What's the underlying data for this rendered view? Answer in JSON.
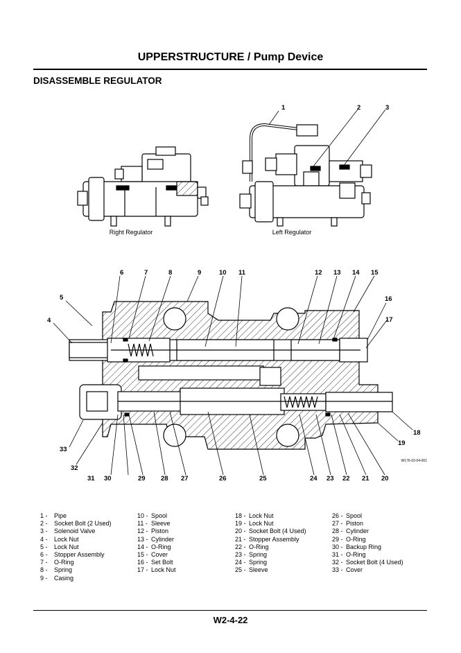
{
  "header": {
    "title": "UPPERSTRUCTURE / Pump Device"
  },
  "section_title": "DISASSEMBLE REGULATOR",
  "figure": {
    "captions": {
      "right": "Right Regulator",
      "left": "Left Regulator"
    },
    "figure_code": "W176-02-04-001",
    "callouts": [
      "1",
      "2",
      "3",
      "4",
      "5",
      "6",
      "7",
      "8",
      "9",
      "10",
      "11",
      "12",
      "13",
      "14",
      "15",
      "16",
      "17",
      "18",
      "19",
      "20",
      "21",
      "22",
      "23",
      "24",
      "25",
      "26",
      "27",
      "28",
      "29",
      "30",
      "31",
      "32",
      "33"
    ]
  },
  "legend": {
    "columns": [
      [
        {
          "n": "1 -",
          "t": "Pipe"
        },
        {
          "n": "2 -",
          "t": "Socket Bolt (2 Used)"
        },
        {
          "n": "3 -",
          "t": "Solenoid Valve"
        },
        {
          "n": "4 -",
          "t": "Lock Nut"
        },
        {
          "n": "5 -",
          "t": "Lock Nut"
        },
        {
          "n": "6 -",
          "t": "Stopper Assembly"
        },
        {
          "n": "7 -",
          "t": "O-Ring"
        },
        {
          "n": "8 -",
          "t": "Spring"
        },
        {
          "n": "9 -",
          "t": "Casing"
        }
      ],
      [
        {
          "n": "10 -",
          "t": "Spool"
        },
        {
          "n": "11 -",
          "t": "Sleeve"
        },
        {
          "n": "12 -",
          "t": "Piston"
        },
        {
          "n": "13 -",
          "t": "Cylinder"
        },
        {
          "n": "14 -",
          "t": "O-Ring"
        },
        {
          "n": "15 -",
          "t": "Cover"
        },
        {
          "n": "16 -",
          "t": "Set Bolt"
        },
        {
          "n": "17 -",
          "t": "Lock Nut"
        }
      ],
      [
        {
          "n": "18 -",
          "t": "Lock Nut"
        },
        {
          "n": "19 -",
          "t": "Lock Nut"
        },
        {
          "n": "20 -",
          "t": "Socket Bolt (4 Used)"
        },
        {
          "n": "21 -",
          "t": "Stopper Assembly"
        },
        {
          "n": "22 -",
          "t": "O-Ring"
        },
        {
          "n": "23 -",
          "t": "Spring"
        },
        {
          "n": "24 -",
          "t": "Spring"
        },
        {
          "n": "25 -",
          "t": "Sleeve"
        }
      ],
      [
        {
          "n": "26 -",
          "t": "Spool"
        },
        {
          "n": "27 -",
          "t": "Piston"
        },
        {
          "n": "28 -",
          "t": "Cylinder"
        },
        {
          "n": "29 -",
          "t": "O-Ring"
        },
        {
          "n": "30 -",
          "t": "Backup Ring"
        },
        {
          "n": "31 -",
          "t": "O-Ring"
        },
        {
          "n": "32 -",
          "t": "Socket Bolt (4 Used)"
        },
        {
          "n": "33 -",
          "t": "Cover"
        }
      ]
    ]
  },
  "footer": {
    "page_number": "W2-4-22"
  }
}
